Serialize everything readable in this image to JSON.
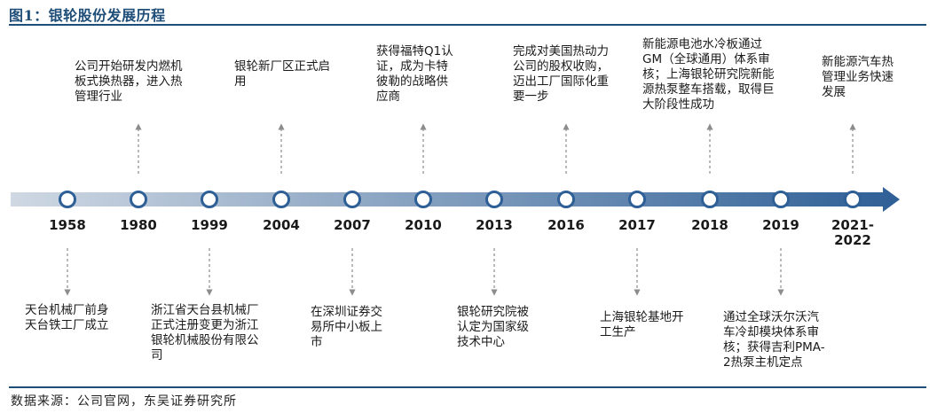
{
  "title": "图1：银轮股份发展历程",
  "source": "数据来源：公司官网，东吴证券研究所",
  "years": [
    "1958",
    "1980",
    "1999",
    "2004",
    "2007",
    "2010",
    "2013",
    "2016",
    "2017",
    "2018",
    "2019",
    "2021-\n2022"
  ],
  "events_above": [
    {
      "year": "1980",
      "text": "公司开始研发内燃机\n板式换热器，进入热\n管理行业"
    },
    {
      "year": "2004",
      "text": "银轮新厂区正式启\n用"
    },
    {
      "year": "2010",
      "text": "获得福特Q1认\n证，成为卡特\n彼勒的战略供\n应商"
    },
    {
      "year": "2016",
      "text": "完成对美国热动力\n公司的股权收购，\n迈出工厂国际化重\n要一步"
    },
    {
      "year": "2018",
      "text": "新能源电池水冷板通过\nGM（全球通用）体系审\n核；上海银轮研究院新能\n源热泵整车搭载，取得巨\n大阶段性成功"
    },
    {
      "year": "2021-2022",
      "text": "新能源汽车热\n管理业务快速\n发展"
    }
  ],
  "events_below": [
    {
      "year": "1958",
      "text": "天台机械厂前身\n天台铁工厂成立"
    },
    {
      "year": "1999",
      "text": "浙江省天台县机械厂\n正式注册变更为浙江\n银轮机械股份有限公\n司"
    },
    {
      "year": "2007",
      "text": "在深圳证券交\n易所中小板上\n市"
    },
    {
      "year": "2013",
      "text": "银轮研究院被\n认定为国家级\n技术中心"
    },
    {
      "year": "2017",
      "text": "上海银轮基地开\n工生产"
    },
    {
      "year": "2019",
      "text": "通过全球沃尔沃汽\n车冷却模块体系审\n核；获得吉利PMA-\n2热泵主机定点"
    }
  ],
  "colors": {
    "accent": "#1f4e79",
    "arrow_start": "#cfd8e3",
    "arrow_end": "#2e5f96",
    "node": "#2e5f96"
  }
}
